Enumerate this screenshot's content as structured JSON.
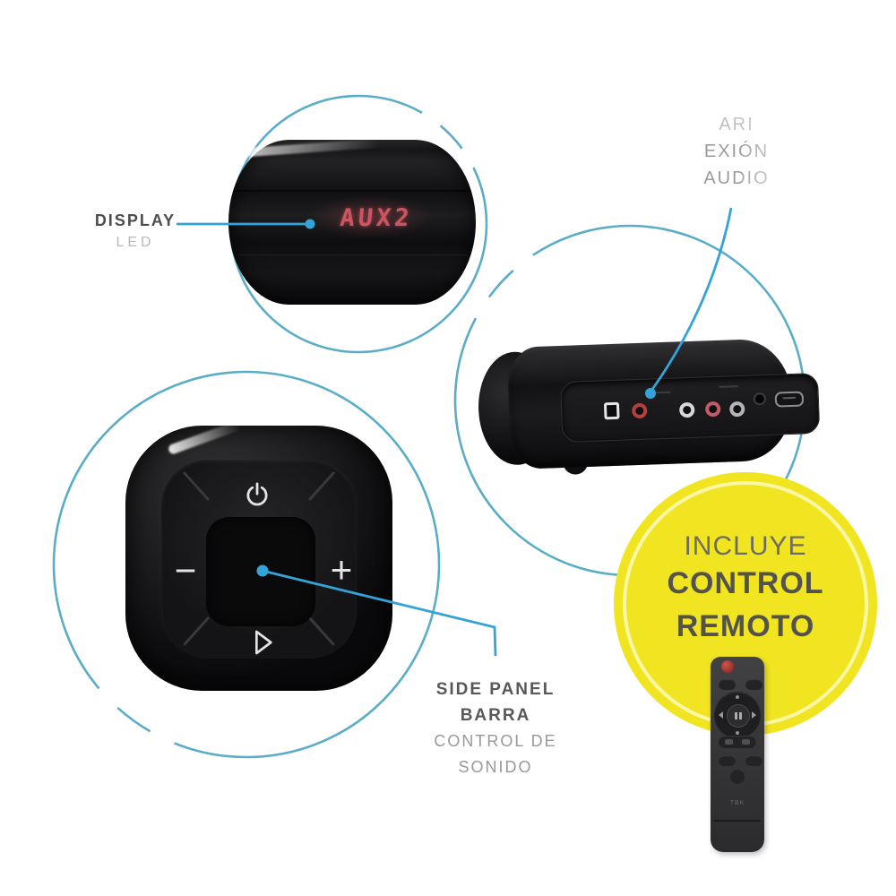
{
  "page": {
    "background": "#ffffff"
  },
  "colors": {
    "circle_teal": "#5aadc7",
    "leader_blue": "#34a3d8",
    "badge_yellow": "#f1e421",
    "badge_inner_ring": "#fcf8b0",
    "led_red": "#cd5560",
    "text_bold_dark": "#4d4d50",
    "text_light": "#9a9a9d",
    "remote_power_red": "#b23a34"
  },
  "callouts": {
    "display": {
      "title": "DISPLAY",
      "subtitle": "LED"
    },
    "audio_panel": {
      "line1": "ARI",
      "line2": "EXIÓN",
      "line3": "AUDIO"
    },
    "side_panel": {
      "line1": "SIDE PANEL",
      "line2": "BARRA",
      "line3": "CONTROL DE",
      "line4": "SONIDO"
    }
  },
  "badge": {
    "line1": "INCLUYE",
    "line2": "CONTROL",
    "line3": "REMOTO"
  },
  "soundbar": {
    "led_display": "AUX2"
  },
  "side_control": {
    "minus": "−",
    "plus": "+"
  },
  "remote": {
    "brand": "TBK"
  }
}
